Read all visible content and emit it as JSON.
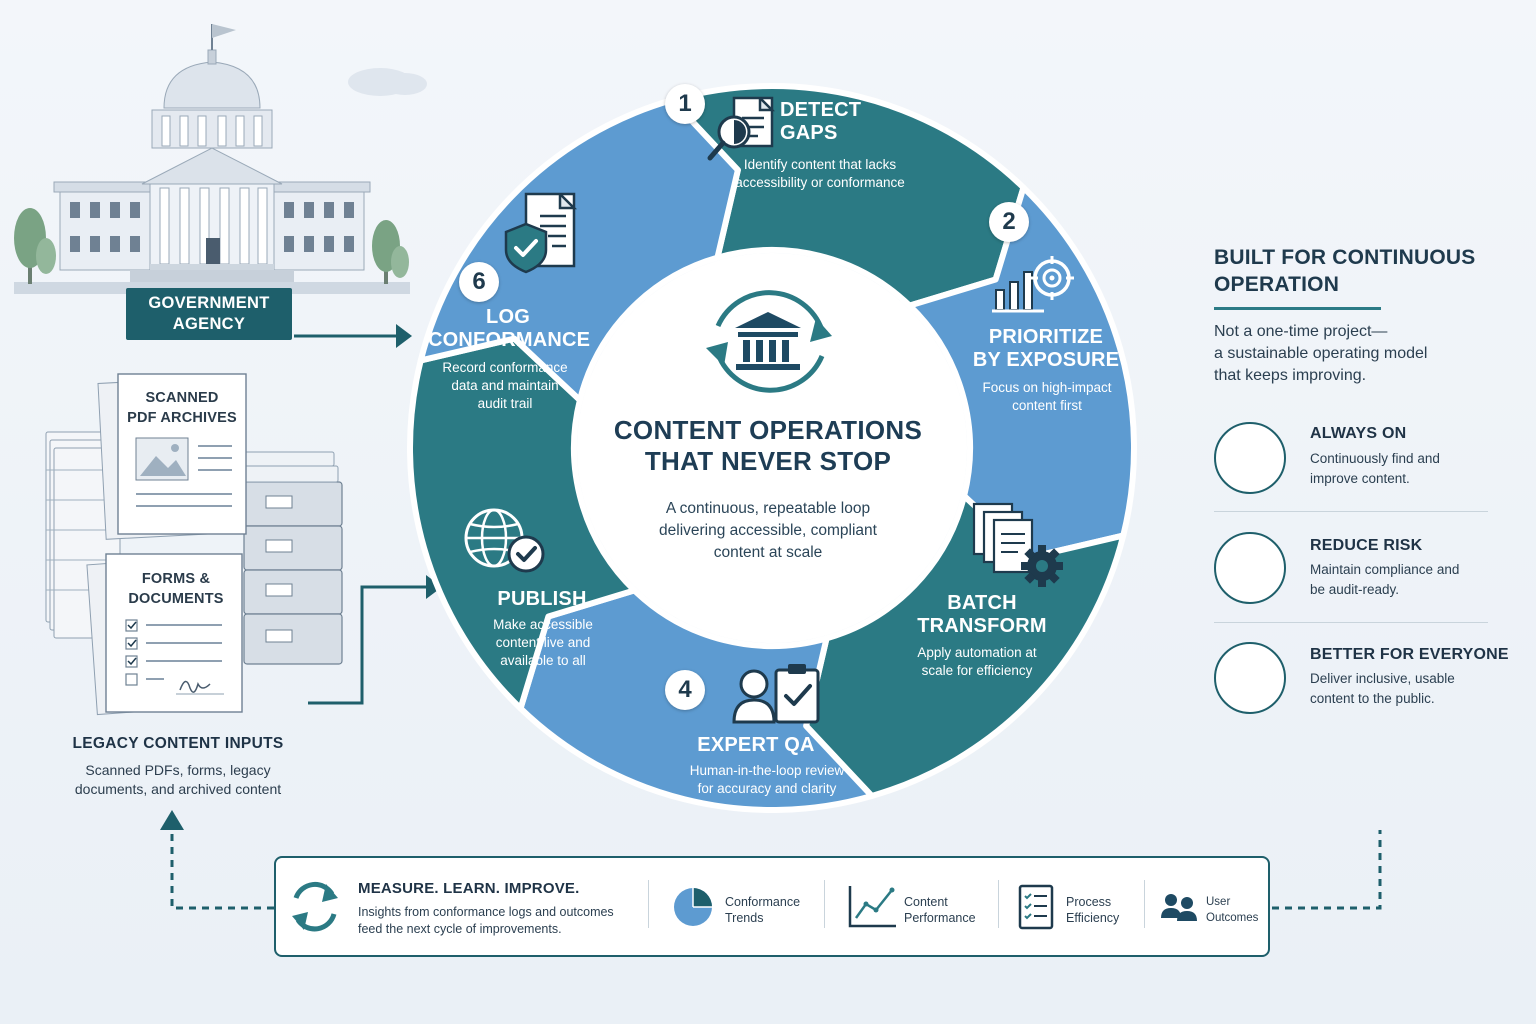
{
  "center": {
    "title_line1": "CONTENT OPERATIONS",
    "title_line2": "THAT NEVER STOP",
    "subtitle_line1": "A continuous, repeatable loop",
    "subtitle_line2": "delivering accessible, compliant",
    "subtitle_line3": "content at scale"
  },
  "steps": [
    {
      "num": "1",
      "title_line1": "DETECT",
      "title_line2": "GAPS",
      "desc_line1": "Identify content that lacks",
      "desc_line2": "accessibility or conformance",
      "icon": "magnifier-document-icon"
    },
    {
      "num": "2",
      "title_line1": "PRIORITIZE",
      "title_line2": "BY EXPOSURE",
      "desc_line1": "Focus on high-impact",
      "desc_line2": "content first",
      "icon": "bar-chart-target-icon"
    },
    {
      "num": "",
      "title_line1": "BATCH",
      "title_line2": "TRANSFORM",
      "desc_line1": "Apply automation at",
      "desc_line2": "scale for efficiency",
      "icon": "documents-gear-icon"
    },
    {
      "num": "4",
      "title_line1": "EXPERT QA",
      "title_line2": "",
      "desc_line1": "Human-in-the-loop review",
      "desc_line2": "for accuracy and clarity",
      "icon": "person-clipboard-icon"
    },
    {
      "num": "",
      "title_line1": "PUBLISH",
      "title_line2": "",
      "desc_line1": "Make accessible",
      "desc_line2": "content live and",
      "desc_line3": "available to all",
      "icon": "globe-check-icon"
    },
    {
      "num": "6",
      "title_line1": "LOG",
      "title_line2": "CONFORMANCE",
      "desc_line1": "Record conformance",
      "desc_line2": "data and maintain",
      "desc_line3": "audit trail",
      "icon": "document-shield-icon"
    }
  ],
  "left": {
    "gov_line1": "GOVERNMENT",
    "gov_line2": "AGENCY",
    "scanned_line1": "SCANNED",
    "scanned_line2": "PDF ARCHIVES",
    "forms_line1": "FORMS &",
    "forms_line2": "DOCUMENTS",
    "legacy_title": "LEGACY CONTENT INPUTS",
    "legacy_desc_line1": "Scanned PDFs, forms, legacy",
    "legacy_desc_line2": "documents, and archived content"
  },
  "right": {
    "title_line1": "BUILT FOR CONTINUOUS",
    "title_line2": "OPERATION",
    "desc_line1": "Not a one-time project—",
    "desc_line2": "a sustainable operating model",
    "desc_line3": "that keeps improving.",
    "features": [
      {
        "title": "ALWAYS ON",
        "desc_line1": "Continuously find and",
        "desc_line2": "improve content.",
        "icon": "infinity-icon"
      },
      {
        "title": "REDUCE RISK",
        "desc_line1": "Maintain compliance and",
        "desc_line2": "be audit-ready.",
        "icon": "shield-check-icon"
      },
      {
        "title": "BETTER FOR EVERYONE",
        "desc_line1": "Deliver inclusive, usable",
        "desc_line2": "content to the public.",
        "icon": "people-group-icon"
      }
    ]
  },
  "bottom": {
    "title": "MEASURE. LEARN. IMPROVE.",
    "desc_line1": "Insights from conformance logs and outcomes",
    "desc_line2": "feed the next cycle of improvements.",
    "metrics": [
      {
        "line1": "Conformance",
        "line2": "Trends",
        "icon": "pie-chart-icon"
      },
      {
        "line1": "Content",
        "line2": "Performance",
        "icon": "line-chart-icon"
      },
      {
        "line1": "Process",
        "line2": "Efficiency",
        "icon": "checklist-icon"
      },
      {
        "line1": "User",
        "line2": "Outcomes",
        "icon": "users-icon"
      }
    ]
  },
  "colors": {
    "teal": "#2b7a84",
    "blue": "#5d9bd1",
    "dark": "#1e5f6b",
    "text": "#1f3a4d"
  }
}
